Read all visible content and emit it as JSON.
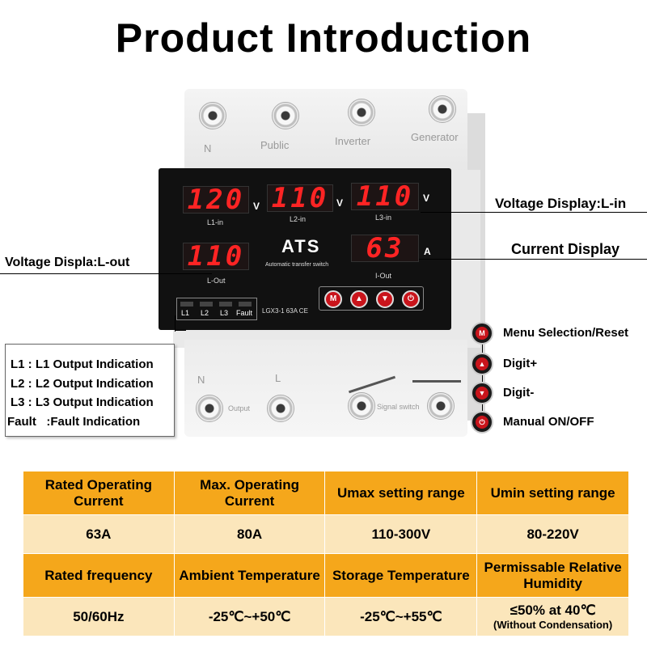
{
  "title": "Product Introduction",
  "device": {
    "top_terminals": [
      "N",
      "Public",
      "Inverter",
      "Generator"
    ],
    "bottom_terminals": [
      "N",
      "L"
    ],
    "bottom_small_labels": [
      "Output",
      "Signal switch"
    ],
    "displays": {
      "l1_in": {
        "value": "120",
        "unit": "V",
        "label": "L1-in"
      },
      "l2_in": {
        "value": "110",
        "unit": "V",
        "label": "L2-in"
      },
      "l3_in": {
        "value": "110",
        "unit": "V",
        "label": "L3-in"
      },
      "l_out": {
        "value": "110",
        "label": "L-Out"
      },
      "i_out": {
        "value": "63",
        "unit": "A",
        "label": "I-Out"
      }
    },
    "brand": "ATS",
    "brand_sub": "Automatic transfer switch",
    "indicators": [
      "L1",
      "L2",
      "L3",
      "Fault"
    ],
    "model": "LGX3-1 63A  CE",
    "panel_buttons": [
      "M",
      "▲",
      "▼",
      "⏻"
    ]
  },
  "callouts": {
    "voltage_in": "Voltage Display:L-in",
    "current": "Current Display",
    "voltage_out": "Voltage Displa:L-out"
  },
  "legend": [
    "L1 : L1 Output Indication",
    "L2 : L2 Output Indication",
    "L3 : L3 Output Indication",
    "Fault   :Fault Indication"
  ],
  "button_legend": [
    {
      "glyph": "M",
      "label": "Menu Selection/Reset"
    },
    {
      "glyph": "▲",
      "label": "Digit+"
    },
    {
      "glyph": "▼",
      "label": "Digit-"
    },
    {
      "glyph": "⏻",
      "label": "Manual ON/OFF"
    }
  ],
  "spec_table": {
    "row1_headers": [
      "Rated Operating Current",
      "Max. Operating Current",
      "Umax setting range",
      "Umin setting range"
    ],
    "row1_values": [
      "63A",
      "80A",
      "110-300V",
      "80-220V"
    ],
    "row2_headers": [
      "Rated frequency",
      "Ambient Temperature",
      "Storage Temperature",
      "Permissable Relative Humidity"
    ],
    "row2_values": [
      "50/60Hz",
      "-25℃~+50℃",
      "-25℃~+55℃",
      "≤50% at 40℃"
    ],
    "row2_value4_note": "(Without Condensation)"
  },
  "colors": {
    "header_orange": "#f5a71b",
    "value_cream": "#fbe6bb",
    "led_red": "#ff2424",
    "button_red": "#c9141b"
  }
}
